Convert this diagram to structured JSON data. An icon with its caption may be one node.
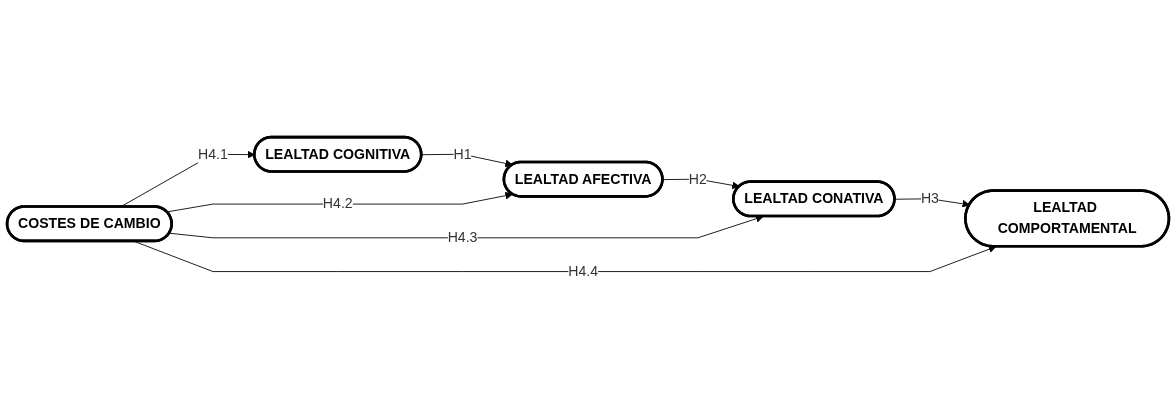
{
  "diagram": {
    "nodes": [
      {
        "text": [
          "LEALTAD COGNITIVA"
        ]
      },
      {
        "text": [
          "LEALTAD AFECTIVA"
        ]
      },
      {
        "text": [
          "LEALTAD CONATIVA"
        ]
      },
      {
        "text": [
          "LEALTAD COMPORTAMENTAL"
        ]
      },
      {
        "text": [
          "COSTES DE CAMBIO"
        ]
      }
    ],
    "edges": [
      {
        "from": 0,
        "to": 1,
        "arrow": "to",
        "label": "H1"
      },
      {
        "from": 1,
        "to": 2,
        "arrow": "to",
        "label": "H2"
      },
      {
        "from": 2,
        "to": 3,
        "arrow": "to",
        "label": "H3"
      },
      {
        "from": 4,
        "to": 0,
        "arrow": "to",
        "label": "H4.1"
      },
      {
        "from": 4,
        "to": 1,
        "arrow": "to",
        "label": "H4.2"
      },
      {
        "from": 4,
        "to": 2,
        "arrow": "to",
        "label": "H4.3"
      },
      {
        "from": 4,
        "to": 3,
        "arrow": "to",
        "label": "H4.4"
      }
    ]
  }
}
